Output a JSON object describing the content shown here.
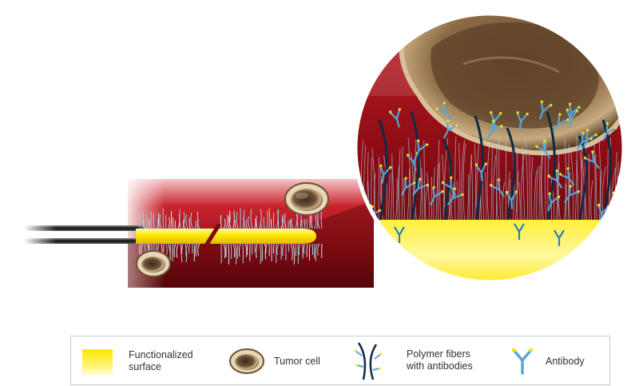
{
  "legend": {
    "surface": {
      "line1": "Functionalized",
      "line2": "surface"
    },
    "tumor": {
      "label": "Tumor cell"
    },
    "polymer": {
      "line1": "Polymer fibers",
      "line2": "with antibodies"
    },
    "antibody": {
      "label": "Antibody"
    }
  },
  "colors": {
    "vessel_red": "#a01218",
    "vessel_dark": "#5a060b",
    "wire_yellow": "#ffe600",
    "fiber_dark": "#0f2a44",
    "fiber_light": "#7fb6d8",
    "antibody_blue": "#56a7d6",
    "antibody_tip": "#f2e21a",
    "cell_brown": "#7a5a3a"
  },
  "icons": {
    "surface": "yellow-gradient-swatch-icon",
    "tumor": "tumor-cell-icon",
    "polymer": "polymer-fiber-icon",
    "antibody": "y-shaped-antibody-icon"
  }
}
